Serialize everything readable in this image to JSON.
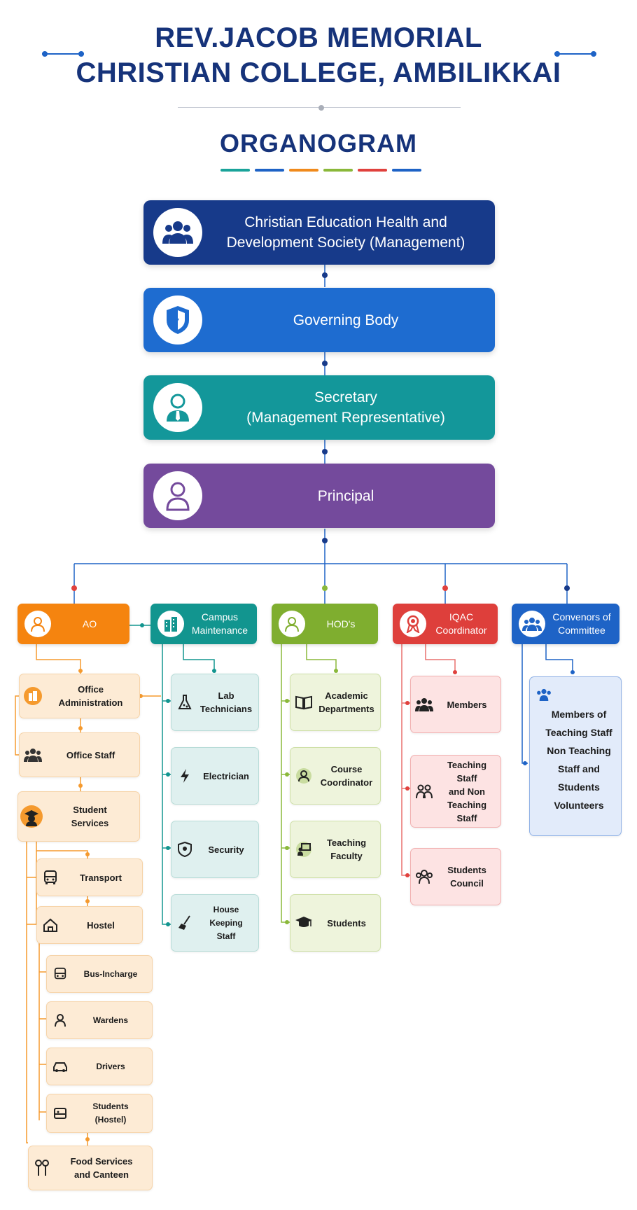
{
  "header": {
    "title_line1": "REV.JACOB MEMORIAL",
    "title_line2": "CHRISTIAN COLLEGE, AMBILIKKAI",
    "subtitle": "ORGANOGRAM",
    "accent_colors": [
      "#1aa39a",
      "#1e63c6",
      "#f08a1c",
      "#8ab83a",
      "#e0413d",
      "#1e63c6"
    ]
  },
  "hierarchy": [
    {
      "label": "Christian Education Health and\nDevelopment Society (Management)",
      "icon": "people-group-icon",
      "color": "#173a8a"
    },
    {
      "label": "Governing Body",
      "icon": "shield-icon",
      "color": "#1e6cd0"
    },
    {
      "label": "Secretary\n(Management Representative)",
      "icon": "person-tie-icon",
      "color": "#13979a"
    },
    {
      "label": "Principal",
      "icon": "person-icon",
      "color": "#744a9c"
    }
  ],
  "branches": {
    "ao": {
      "label": "AO",
      "icon": "person-icon",
      "color": "#f5840f",
      "items": [
        {
          "label": "Office\nAdministration",
          "icon": "building-icon"
        },
        {
          "label": "Office Staff",
          "icon": "people-icon"
        },
        {
          "label": "Student\nServices",
          "icon": "graduate-icon"
        },
        {
          "label": "Transport",
          "icon": "bus-icon"
        },
        {
          "label": "Hostel",
          "icon": "house-icon"
        },
        {
          "label": "Bus-Incharge",
          "icon": "bus-icon"
        },
        {
          "label": "Wardens",
          "icon": "warden-icon"
        },
        {
          "label": "Drivers",
          "icon": "car-icon"
        },
        {
          "label": "Students\n(Hostel)",
          "icon": "bed-icon"
        },
        {
          "label": "Food Services\nand Canteen",
          "icon": "cutlery-icon"
        }
      ]
    },
    "campus": {
      "label": "Campus\nMaintenance",
      "icon": "building-icon",
      "color": "#12958f",
      "items": [
        {
          "label": "Lab\nTechnicians",
          "icon": "flask-icon"
        },
        {
          "label": "Electrician",
          "icon": "lightning-icon"
        },
        {
          "label": "Security",
          "icon": "shield-icon"
        },
        {
          "label": "House Keeping\nStaff",
          "icon": "broom-icon"
        }
      ]
    },
    "hod": {
      "label": "HOD's",
      "icon": "person-icon",
      "color": "#7fae2f",
      "items": [
        {
          "label": "Academic\nDepartments",
          "icon": "book-icon"
        },
        {
          "label": "Course\nCoordinator",
          "icon": "teacher-icon"
        },
        {
          "label": "Teaching\nFaculty",
          "icon": "board-icon"
        },
        {
          "label": "Students",
          "icon": "graduation-cap-icon"
        }
      ]
    },
    "iqac": {
      "label": "IQAC\nCoordinator",
      "icon": "award-ribbon-icon",
      "color": "#de3f3b",
      "items": [
        {
          "label": "Members",
          "icon": "people-icon"
        },
        {
          "label": "Teaching Staff\nand Non\nTeaching Staff",
          "icon": "people-icon"
        },
        {
          "label": "Students\nCouncil",
          "icon": "people-icon"
        }
      ]
    },
    "convenors": {
      "label": "Convenors of\nCommittee",
      "icon": "people-group-icon",
      "color": "#1e63c6",
      "items": [
        {
          "label": "Members of\nTeaching Staff\nNon Teaching\nStaff and\nStudents\nVolunteers",
          "icon": "people-icon"
        }
      ]
    }
  }
}
